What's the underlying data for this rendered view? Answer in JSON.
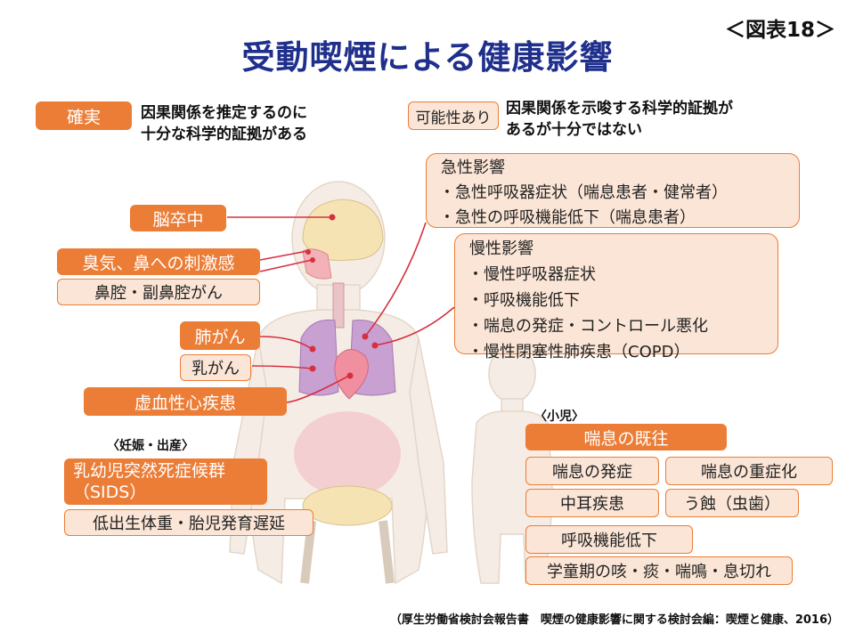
{
  "header": {
    "title": "受動喫煙による健康影響",
    "figure_label": "＜図表18＞"
  },
  "legend": {
    "certain_label": "確実",
    "certain_desc_1": "因果関係を推定するのに",
    "certain_desc_2": "十分な科学的証拠がある",
    "possible_label": "可能性あり",
    "possible_desc_1": "因果関係を示唆する科学的証拠が",
    "possible_desc_2": "あるが十分ではない"
  },
  "adult": {
    "stroke": "脳卒中",
    "odor": "臭気、鼻への刺激感",
    "nasal_cancer": "鼻腔・副鼻腔がん",
    "lung_cancer": "肺がん",
    "breast_cancer": "乳がん",
    "ischemic": "虚血性心疾患"
  },
  "acute": {
    "title": "急性影響",
    "items": [
      "急性呼吸器症状（喘息患者・健常者）",
      "急性の呼吸機能低下（喘息患者）"
    ]
  },
  "chronic": {
    "title": "慢性影響",
    "items": [
      "慢性呼吸器症状",
      "呼吸機能低下",
      "喘息の発症・コントロール悪化",
      "慢性閉塞性肺疾患（COPD）"
    ]
  },
  "pregnancy": {
    "header": "〈妊娠・出産〉",
    "sids_1": "乳幼児突然死症候群",
    "sids_2": "（SIDS）",
    "low_birth": "低出生体重・胎児発育遅延"
  },
  "children": {
    "header": "〈小児〉",
    "asthma_history": "喘息の既往",
    "asthma_onset": "喘息の発症",
    "asthma_severe": "喘息の重症化",
    "otitis": "中耳疾患",
    "caries": "う蝕（虫歯）",
    "resp_decline": "呼吸機能低下",
    "school_symptoms": "学童期の咳・痰・喘鳴・息切れ"
  },
  "source": "（厚生労働省検討会報告書　喫煙の健康影響に関する検討会編：喫煙と健康、2016）",
  "colors": {
    "title": "#1f2f8c",
    "solid": "#ec7d37",
    "light": "#fbe5d6",
    "line": "#d6303f",
    "body": "#f3ebe3"
  }
}
